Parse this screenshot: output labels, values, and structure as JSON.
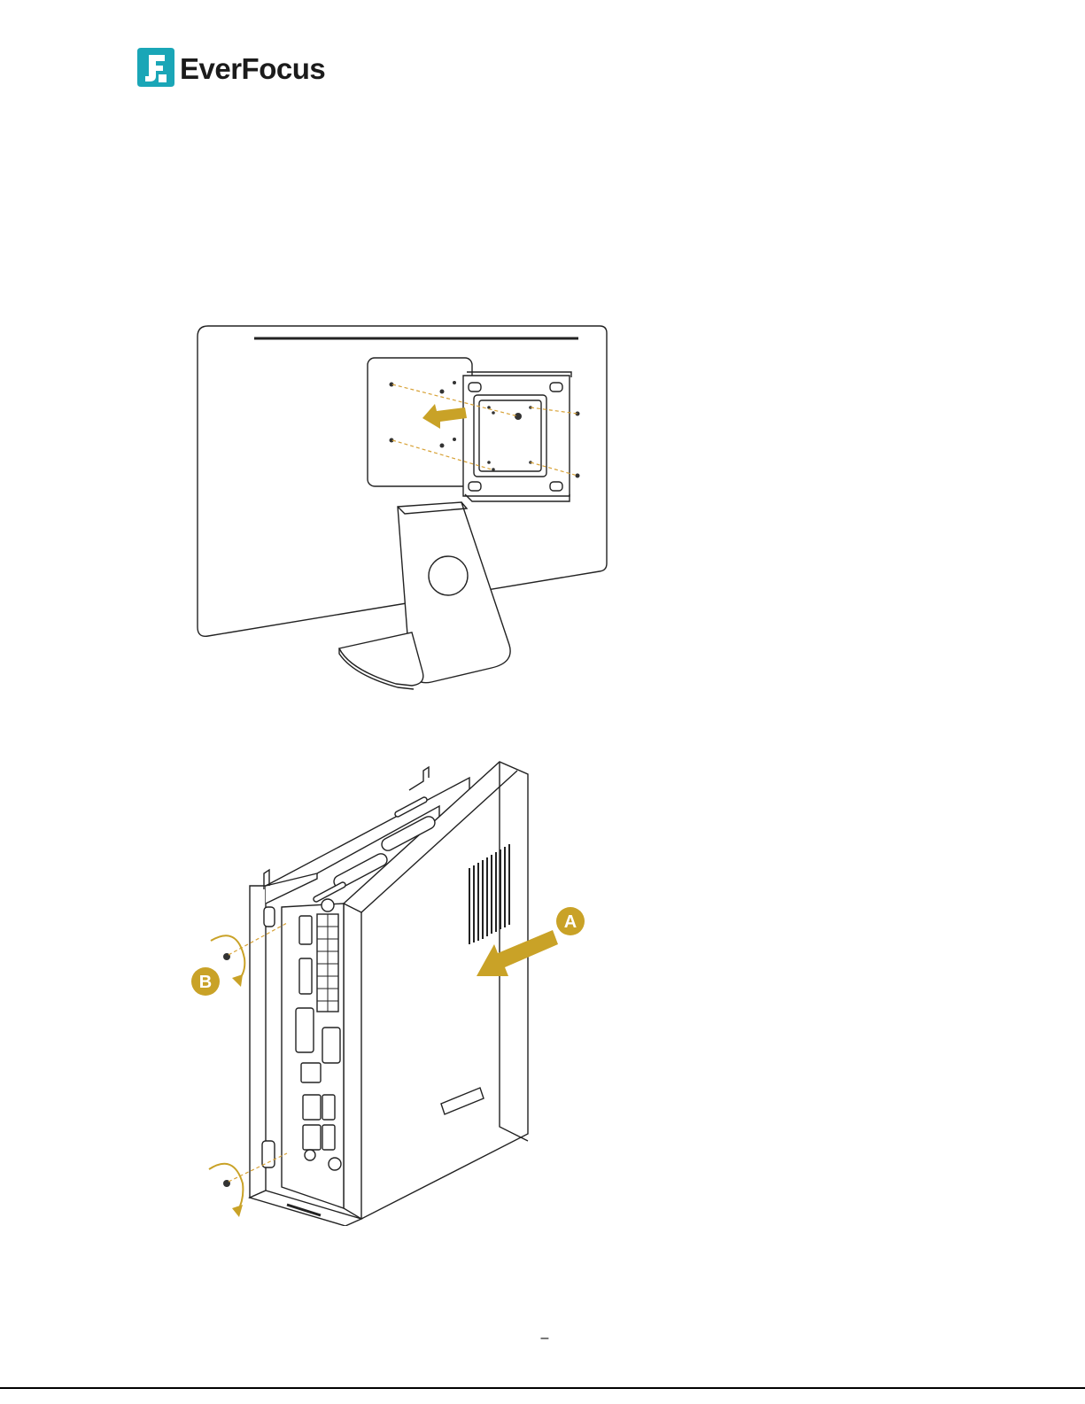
{
  "brand": {
    "name": "EverFocus",
    "mark_letter": "F",
    "colors": {
      "mark": "#1aa6b7",
      "text": "#1b1b1b"
    }
  },
  "figures": {
    "monitor_mount": {
      "arrow_color": "#c9a227",
      "guide_color": "#d7a135"
    },
    "box_pc_mount": {
      "arrow_color": "#c9a227",
      "labels": {
        "a": "A",
        "b": "B"
      }
    }
  },
  "footer": {
    "page_number": "–"
  }
}
